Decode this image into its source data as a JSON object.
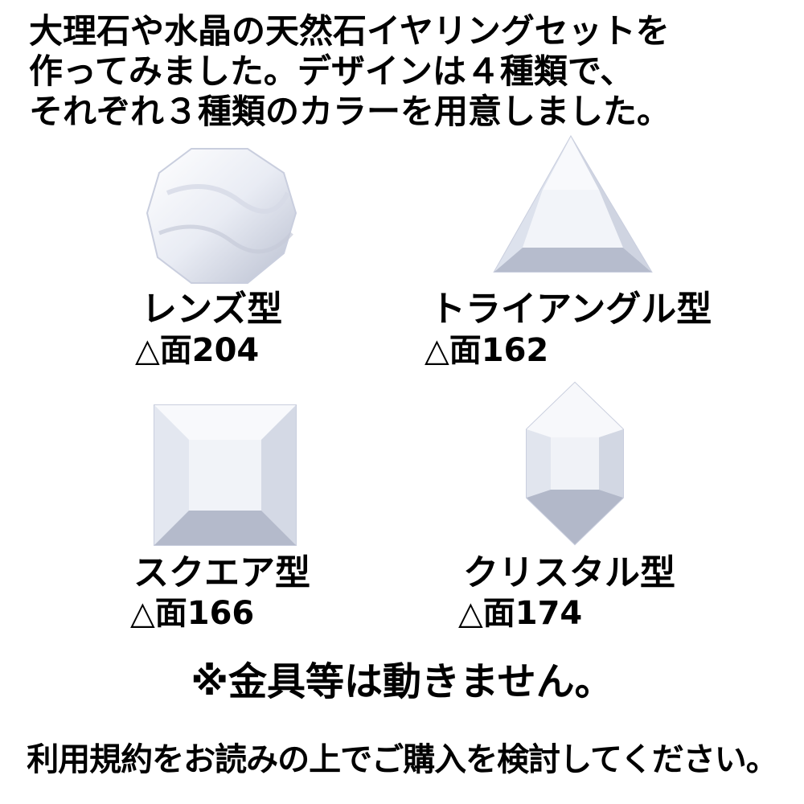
{
  "intro": {
    "line1": "大理石や水晶の天然石イヤリングセットを",
    "line2": "作ってみました。デザインは４種類で、",
    "line3": "それぞれ３種類のカラーを用意しました。"
  },
  "designs": [
    {
      "name": "レンズ型",
      "facets": "△面204",
      "icon": "round-lens-gem-icon"
    },
    {
      "name": "トライアングル型",
      "facets": "△面162",
      "icon": "triangle-gem-icon"
    },
    {
      "name": "スクエア型",
      "facets": "△面166",
      "icon": "square-gem-icon"
    },
    {
      "name": "クリスタル型",
      "facets": "△面174",
      "icon": "hexagonal-crystal-gem-icon"
    }
  ],
  "notice": "※金具等は動きません。",
  "terms": "利用規約をお読みの上でご購入を検討してください。",
  "colors": {
    "text": "#000000",
    "background": "#ffffff",
    "gem_light": "#f4f6fb",
    "gem_mid": "#dfe3ee",
    "gem_shadow": "#a9b0c4"
  }
}
